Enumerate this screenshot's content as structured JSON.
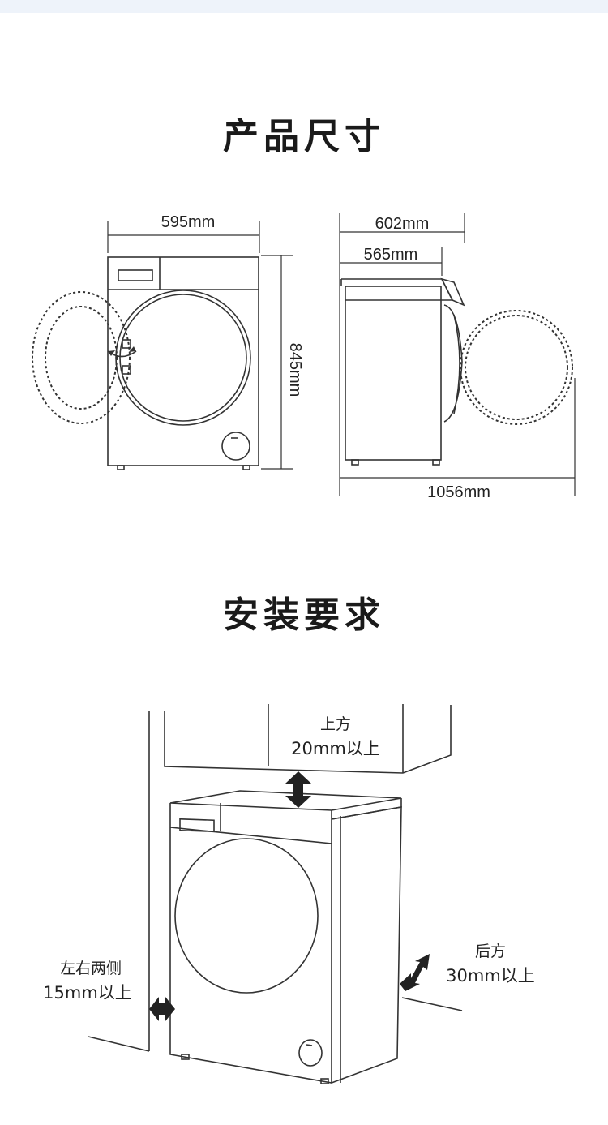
{
  "headings": {
    "product_size": "产品尺寸",
    "install_requirements": "安装要求"
  },
  "dimensions": {
    "front_width": "595mm",
    "height": "845mm",
    "depth_total": "602mm",
    "depth_body": "565mm",
    "depth_door_open": "1056mm"
  },
  "clearances": {
    "top_label": "上方",
    "top_value": "20mm以上",
    "sides_label": "左右两侧",
    "sides_value": "15mm以上",
    "rear_label": "后方",
    "rear_value": "30mm以上"
  }
}
